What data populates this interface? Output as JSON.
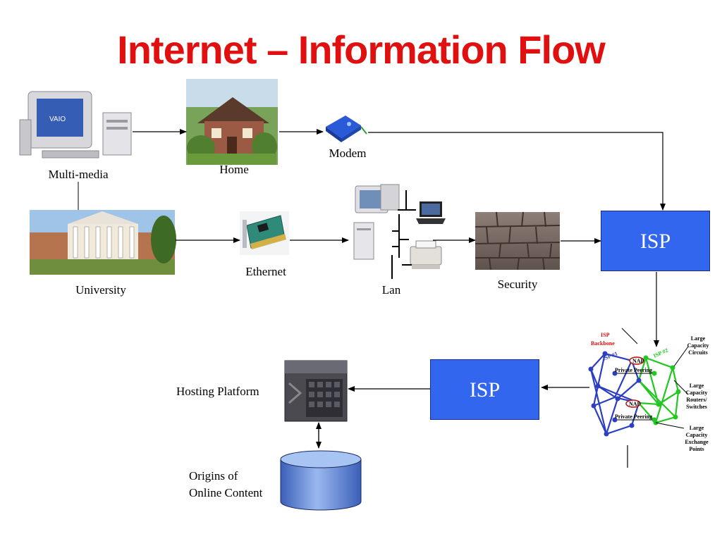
{
  "title": "Internet – Information Flow",
  "nodes": {
    "multimedia": "Multi-media",
    "home": "Home",
    "modem": "Modem",
    "university": "University",
    "ethernet": "Ethernet",
    "lan": "Lan",
    "security": "Security",
    "isp_top": "ISP",
    "isp_bottom": "ISP",
    "hosting": "Hosting Platform",
    "origins_line1": "Origins of",
    "origins_line2": "Online Content"
  },
  "backbone": {
    "isp_backbone_1": "ISP",
    "isp_backbone_2": "Backbone",
    "isp1": "ISP #1",
    "isp2": "ISP #2",
    "nap": "NAP",
    "private_peering": "Private  Peering",
    "circuits": [
      "Large",
      "Capacity",
      "Circuits"
    ],
    "routers": [
      "Large",
      "Capacity",
      "Routers/",
      "Switches"
    ],
    "exchange": [
      "Large",
      "Capacity",
      "Exchange",
      "Points"
    ]
  },
  "colors": {
    "title": "#e01010",
    "isp_box": "#3366ee",
    "isp1_net": "#2b3fc0",
    "isp2_net": "#22c722"
  }
}
